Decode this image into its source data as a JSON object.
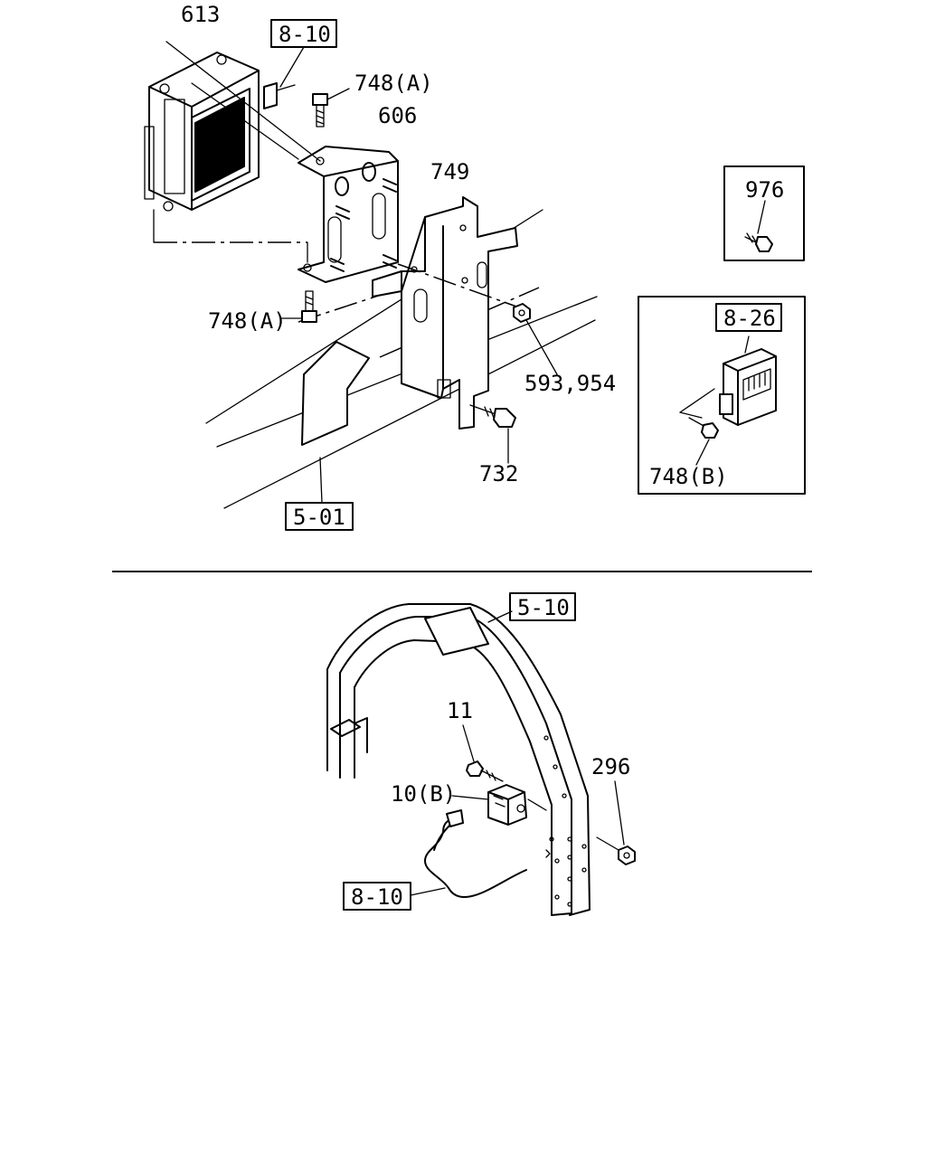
{
  "labels": {
    "p613": "613",
    "p606": "606",
    "p748a_top": "748(A)",
    "p748a_left": "748(A)",
    "p749": "749",
    "p593_954": "593,954",
    "p732": "732",
    "p976": "976",
    "p748b": "748(B)",
    "p11": "11",
    "p296": "296",
    "p10b": "10(B)"
  },
  "refs": {
    "ref_8_10_top": "8-10",
    "ref_8_26": "8-26",
    "ref_5_01": "5-01",
    "ref_5_10": "5-10",
    "ref_8_10_bottom": "8-10"
  }
}
